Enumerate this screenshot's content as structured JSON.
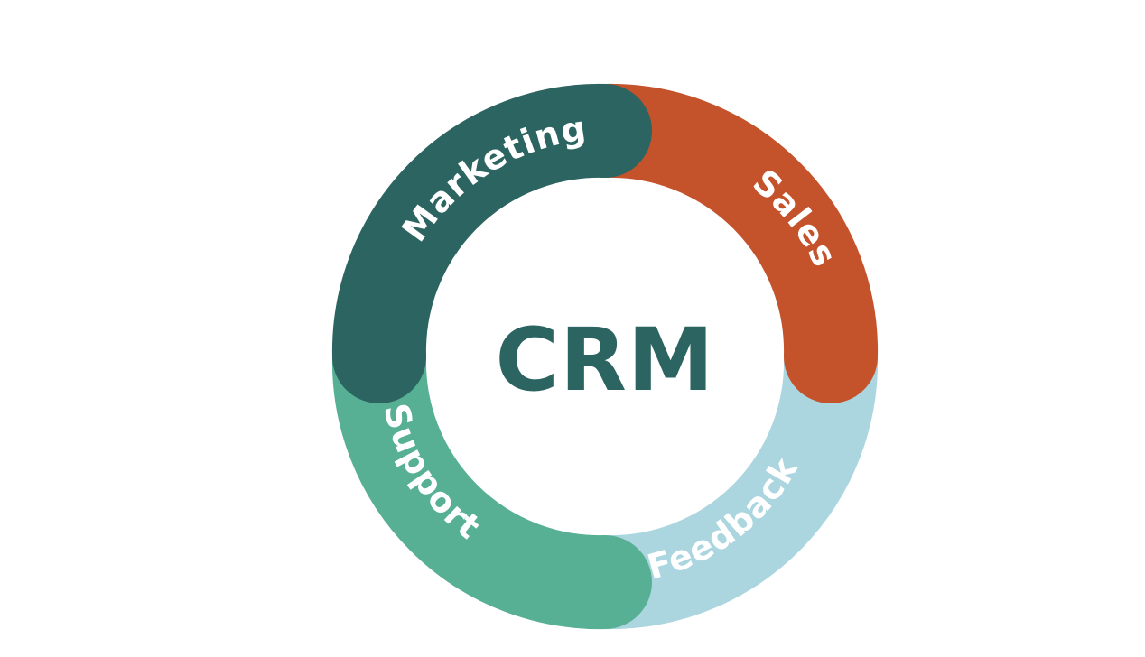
{
  "center": {
    "label": "CRM",
    "color": "#2b6460"
  },
  "segments": [
    {
      "id": "marketing",
      "label": "Marketing",
      "color": "#2b6460"
    },
    {
      "id": "sales",
      "label": "Sales",
      "color": "#c4522a"
    },
    {
      "id": "feedback",
      "label": "Feedback",
      "color": "#acd6df"
    },
    {
      "id": "support",
      "label": "Support",
      "color": "#57b094"
    }
  ]
}
